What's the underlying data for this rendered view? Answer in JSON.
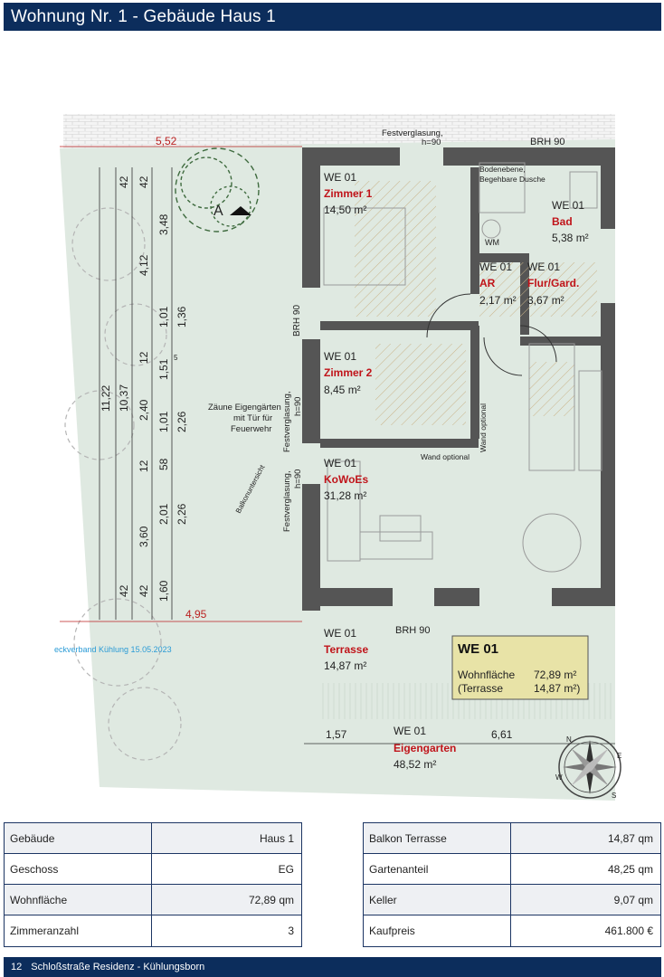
{
  "header": {
    "title": "Wohnung Nr. 1 - Gebäude Haus 1"
  },
  "plan": {
    "dimensions": {
      "top_width": "5,52",
      "bottom_width": "4,95",
      "garden_left": "1,57",
      "garden_right": "6,61",
      "overall_height_1": "11,22",
      "overall_height_2": "10,37",
      "seg_4_12": "4,12",
      "seg_2_40": "2,40",
      "seg_3_60": "3,60",
      "seg_3_48": "3,48",
      "seg_1_01_a": "1,01",
      "seg_1_36": "1,36",
      "seg_1_51": "1,51",
      "seg_1_01_b": "1,01",
      "seg_2_26_a": "2,26",
      "seg_2_01": "2,01",
      "seg_2_26_b": "2,26",
      "seg_1_60": "1,60",
      "seg_42_a": "42",
      "seg_42_b": "42",
      "seg_42_c": "42",
      "seg_42_d": "42",
      "seg_12_a": "12",
      "seg_12_b": "12",
      "seg_58": "58",
      "sup_5": "5"
    },
    "section_marker": "A",
    "labels": {
      "festverglasung_top": "Festverglasung,",
      "festverglasung_top_h": "h=90",
      "brh_top": "BRH 90",
      "brh_left": "BRH 90",
      "festverglasung_left_1": "Festverglasung,",
      "festverglasung_left_1_h": "h=90",
      "festverglasung_left_2": "Festverglasung,",
      "festverglasung_left_2_h": "h=90",
      "brh_bottom": "BRH 90",
      "bodeneben_1": "Bodenebene,",
      "bodeneben_2": "Begehbare Dusche",
      "wm": "WM",
      "wand_optional_1": "Wand optional",
      "wand_optional_2": "Wand optional",
      "zaeune_1": "Zäune Eigengärten",
      "zaeune_2": "mit Tür für",
      "zaeune_3": "Feuerwehr",
      "balkonuntersicht": "Balkonuntersicht",
      "eckverband": "eckverband Kühlung 15.05.2023",
      "compass_n": "N",
      "compass_s": "S",
      "compass_e": "E",
      "compass_w": "W"
    },
    "rooms": [
      {
        "unit": "WE 01",
        "name": "Zimmer 1",
        "area": "14,50 m²"
      },
      {
        "unit": "WE 01",
        "name": "Bad",
        "area": "5,38 m²"
      },
      {
        "unit": "WE 01",
        "name": "AR",
        "area": "2,17 m²"
      },
      {
        "unit": "WE 01",
        "name": "Flur/Gard.",
        "area": "3,67 m²"
      },
      {
        "unit": "WE 01",
        "name": "Zimmer 2",
        "area": "8,45 m²"
      },
      {
        "unit": "WE 01",
        "name": "KoWoEs",
        "area": "31,28 m²"
      },
      {
        "unit": "WE 01",
        "name": "Terrasse",
        "area": "14,87 m²"
      },
      {
        "unit": "WE 01",
        "name": "Eigengarten",
        "area": "48,52 m²"
      }
    ],
    "summary": {
      "title": "WE 01",
      "wohnflaeche_label": "Wohnfläche",
      "wohnflaeche_value": "72,89 m²",
      "terrasse_label": "(Terrasse",
      "terrasse_value": "14,87 m²)"
    }
  },
  "table_left": [
    {
      "label": "Gebäude",
      "value": "Haus 1"
    },
    {
      "label": "Geschoss",
      "value": "EG"
    },
    {
      "label": "Wohnfläche",
      "value": "72,89 qm"
    },
    {
      "label": "Zimmeranzahl",
      "value": "3"
    }
  ],
  "table_right": [
    {
      "label": "Balkon Terrasse",
      "value": "14,87 qm"
    },
    {
      "label": "Gartenanteil",
      "value": "48,25 qm"
    },
    {
      "label": "Keller",
      "value": "9,07 qm"
    },
    {
      "label": "Kaufpreis",
      "value": "461.800 €"
    }
  ],
  "footer": {
    "page": "12",
    "text": "Schloßstraße Residenz - Kühlungsborn"
  },
  "colors": {
    "brand": "#0c2d5c",
    "room_name": "#c0141a",
    "garden": "#dfe9e1",
    "wall": "#555555"
  }
}
